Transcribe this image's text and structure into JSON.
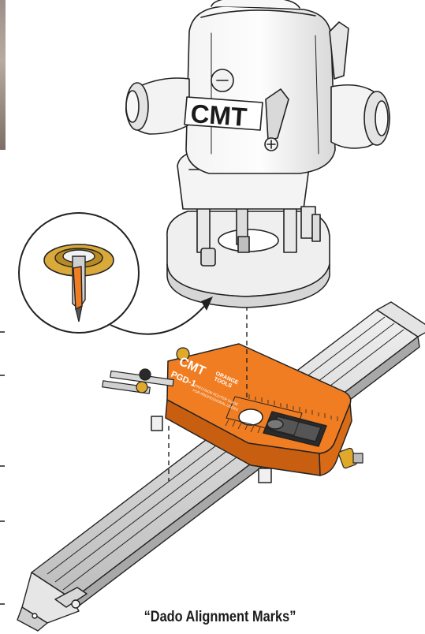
{
  "router": {
    "brand": "CMT"
  },
  "jig": {
    "brand": "CMT",
    "line1": "ORANGE",
    "line2": "TOOLS",
    "model": "PGD-1",
    "tagline1": "PRECISION ROUTER GUIDE",
    "tagline2": "FOR PROFESSIONAL USERS"
  },
  "caption": "“Dado Alignment Marks”",
  "colors": {
    "jig_orange": "#f07d22",
    "jig_orange_dark": "#c85e10",
    "bit_gold": "#d9a93a",
    "rail_gray": "#dcdcdc",
    "line": "#222222"
  }
}
